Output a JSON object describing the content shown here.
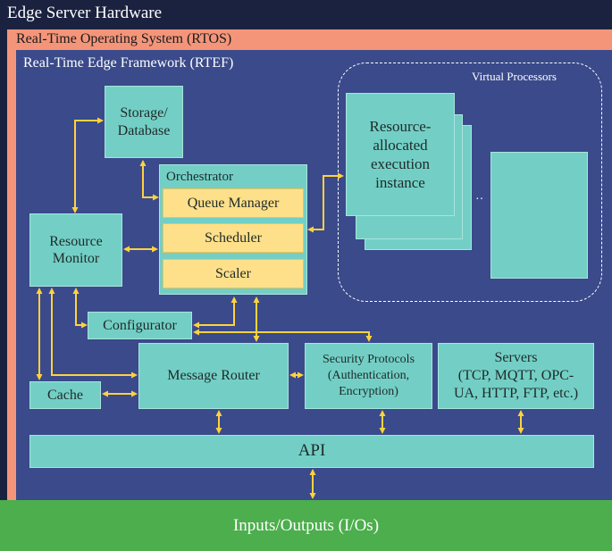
{
  "layers": {
    "hardware": "Edge Server Hardware",
    "rtos": "Real-Time Operating System (RTOS)",
    "rtef": "Real-Time Edge Framework (RTEF)"
  },
  "virtual_processors": {
    "title": "Virtual Processors",
    "instance_lines": [
      "Resource-",
      "allocated",
      "execution",
      "instance"
    ],
    "ellipsis": "·· "
  },
  "components": {
    "storage_lines": [
      "Storage/",
      "Database"
    ],
    "orchestrator": "Orchestrator",
    "queue_manager": "Queue Manager",
    "scheduler": "Scheduler",
    "scaler": "Scaler",
    "resource_monitor_lines": [
      "Resource",
      "Monitor"
    ],
    "configurator": "Configurator",
    "message_router": "Message Router",
    "cache": "Cache",
    "security_lines": [
      "Security Protocols",
      "(Authentication,",
      "Encryption)"
    ],
    "servers_lines": [
      "Servers",
      "(TCP, MQTT, OPC-",
      "UA, HTTP, FTP, etc.)"
    ],
    "api": "API"
  },
  "io": "Inputs/Outputs (I/Os)",
  "colors": {
    "hardware_bg": "#1b2240",
    "rtos_bg": "#f4957a",
    "rtef_bg": "#3a4a8a",
    "component_fill": "#73cfc5",
    "orchestrator_sub_fill": "#ffe08a",
    "arrow": "#ffd23f",
    "io_bg": "#4cae4c"
  }
}
